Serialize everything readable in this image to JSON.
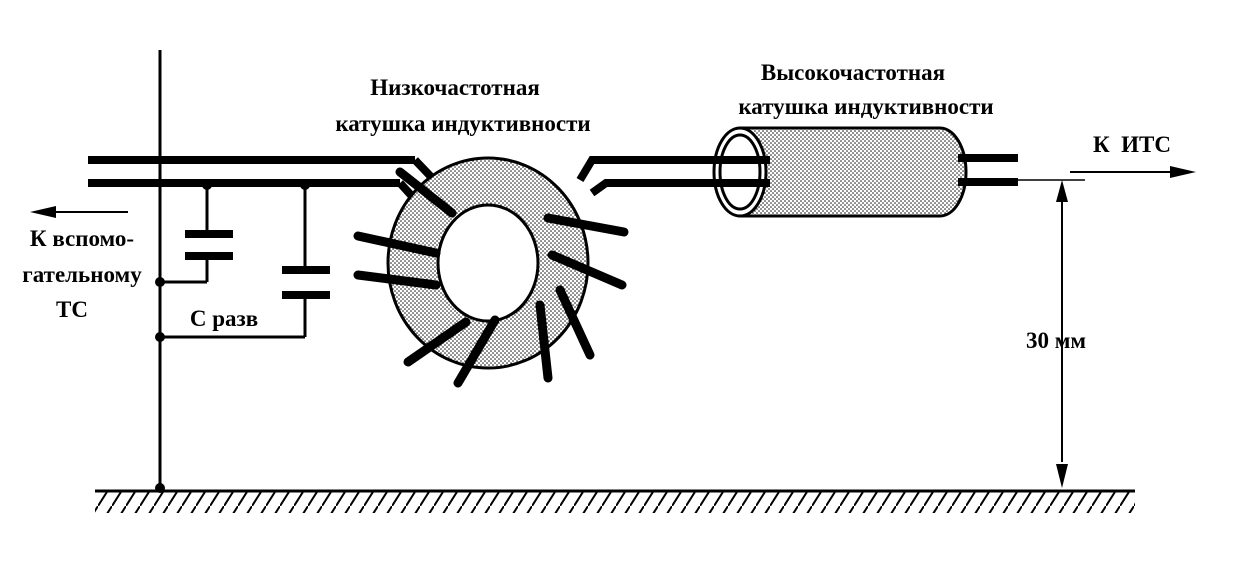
{
  "labels": {
    "lf_line1": "Низкочастотная",
    "lf_line2": "катушка индуктивности",
    "hf_line1": "Высокочастотная",
    "hf_line2": "катушка индуктивности",
    "to_its": "К  ИТС",
    "aux_line1": "К вспомо-",
    "aux_line2": "гательному",
    "aux_line3": "ТС",
    "c_razv": "С разв",
    "height": "30 мм"
  },
  "colors": {
    "ink": "#000000",
    "background": "#ffffff"
  }
}
